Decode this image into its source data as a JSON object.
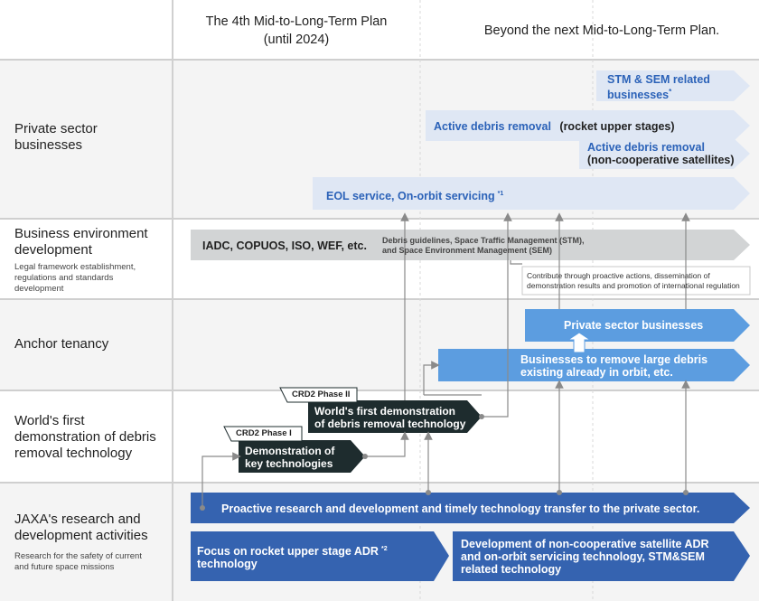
{
  "columns": {
    "current": "The 4th Mid-to-Long-Term Plan\n(until 2024)",
    "future": "Beyond the next Mid-to-Long-Term Plan."
  },
  "rows": {
    "private": {
      "title": "Private sector\nbusinesses"
    },
    "environment": {
      "title": "Business environment\ndevelopment",
      "subtitle": "Legal framework establishment,\nregulations and standards\ndevelopment"
    },
    "anchor": {
      "title": "Anchor tenancy"
    },
    "demo": {
      "title": "World's first\ndemonstration of debris\nremoval technology"
    },
    "jaxa": {
      "title": "JAXA's research and\ndevelopment activities",
      "subtitle": "Research for the safety of current\nand future space missions"
    }
  },
  "arrows": {
    "stm_sem": "STM & SEM related\nbusinesses",
    "stm_sem_mark": "*",
    "adr_upper_blue": "Active debris removal",
    "adr_upper_dark": "(rocket upper stages)",
    "adr_noncoop_blue": "Active debris removal",
    "adr_noncoop_dark": "(non-cooperative satellites)",
    "eol": "EOL service, On-orbit servicing",
    "eol_mark": "*1",
    "iadc": "IADC, COPUOS, ISO, WEF, etc.",
    "guidelines": "Debris guidelines, Space Traffic Management (STM),\nand Space Environment Management (SEM)",
    "contribute": "Contribute through proactive actions, dissemination of\ndemonstration results and promotion of international regulation",
    "private_biz": "Private sector businesses",
    "remove_large": "Businesses to remove large debris\nexisting already in orbit, etc.",
    "crd2_phase2_tag": "CRD2 Phase II",
    "crd2_phase2": "World's first demonstration\nof debris removal technology",
    "crd2_phase1_tag": "CRD2 Phase I",
    "crd2_phase1": "Demonstration of\nkey technologies",
    "proactive": "Proactive research and development and timely technology transfer to the private sector.",
    "focus_upper": "Focus on rocket upper stage ADR",
    "focus_upper_mark": "*2",
    "focus_upper_2": "technology",
    "development": "Development of non-cooperative satellite ADR\nand on-orbit servicing technology, STM&SEM\nrelated technology"
  },
  "colors": {
    "light_band": "#f4f4f4",
    "light_arrow": "#dfe7f4",
    "gray_arrow": "#d2d4d5",
    "mid_blue": "#5c9de0",
    "dark_blue": "#3563b0",
    "dark_box": "#1e2c2e"
  }
}
